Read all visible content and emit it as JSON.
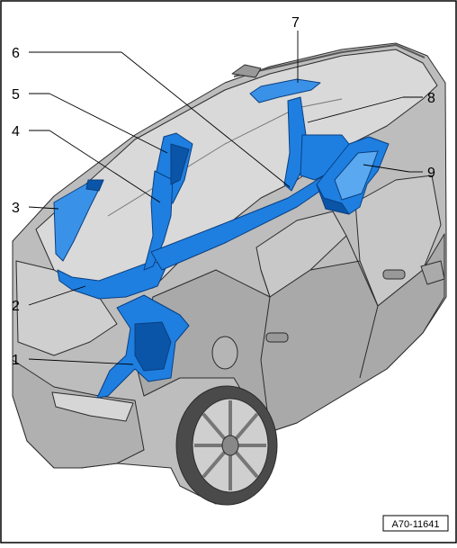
{
  "figure_id": "A70-11641",
  "callouts": [
    "1",
    "2",
    "3",
    "4",
    "5",
    "6",
    "7",
    "8",
    "9"
  ],
  "colors": {
    "trim_part": "#1e7fe0",
    "trim_part_dark": "#0b55a8",
    "trim_part_light": "#5aa8f0",
    "car_body": "#b9b9b9",
    "car_glass": "#dcdcdc",
    "car_shadow": "#8e8e8e",
    "outline": "#2b2b2b"
  }
}
